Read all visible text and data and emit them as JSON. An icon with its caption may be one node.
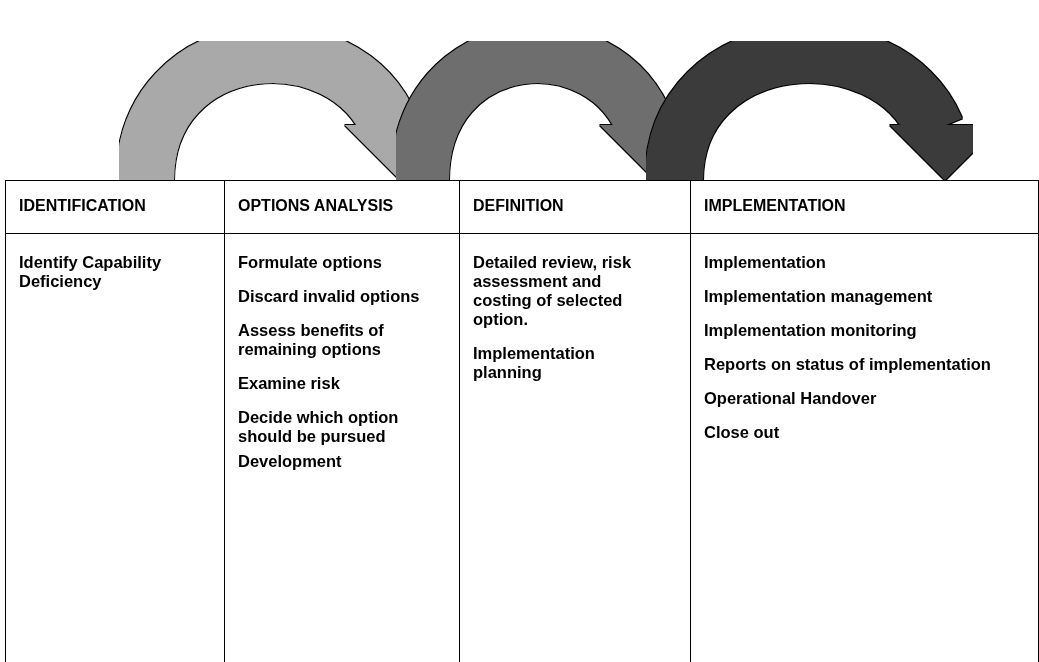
{
  "diagram": {
    "nodes": [
      {
        "text": [
          "IDENTIFICATION",
          "Identify Capability Deficiency"
        ]
      },
      {
        "text": [
          "OPTIONS ANALYSIS",
          "Formulate options",
          "Discard invalid options",
          "Assess benefits of remaining options",
          "Examine risk",
          "Decide which option should be pursued",
          "Development"
        ]
      },
      {
        "text": [
          "DEFINITION",
          "Detailed review, risk assessment and costing of selected option.",
          "Implementation planning"
        ]
      },
      {
        "text": [
          "IMPLEMENTATION",
          "Implementation",
          "Implementation management",
          "Implementation monitoring",
          "Reports on status of implementation",
          "Operational Handover",
          "Close out"
        ]
      }
    ],
    "edges": [
      {
        "from": 0,
        "to": 1,
        "arrow": "to",
        "color": "#a9a9a9"
      },
      {
        "from": 1,
        "to": 2,
        "arrow": "to",
        "color": "#6e6e6e"
      },
      {
        "from": 2,
        "to": 3,
        "arrow": "to",
        "color": "#3a3a3a"
      }
    ]
  }
}
